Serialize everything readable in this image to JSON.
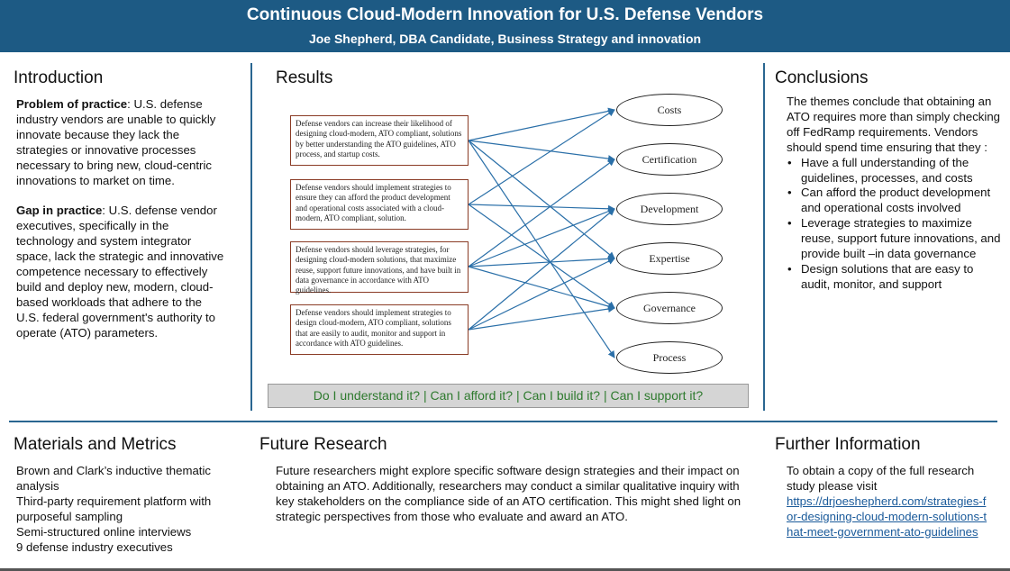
{
  "header": {
    "title": "Continuous Cloud-Modern Innovation for U.S. Defense Vendors",
    "subtitle": "Joe Shepherd, DBA Candidate, Business Strategy and innovation"
  },
  "introduction": {
    "heading": "Introduction",
    "problem_label": "Problem of practice",
    "problem_text": ": U.S. defense industry vendors are unable to quickly innovate because they lack the strategies or innovative processes necessary to bring new, cloud-centric innovations to market on time.",
    "gap_label": "Gap in practice",
    "gap_text": ": U.S. defense vendor executives, specifically in the technology and system integrator space, lack the strategic and innovative competence necessary to effectively build and deploy new, modern, cloud-based workloads that adhere to the U.S. federal government's authority to operate (ATO) parameters."
  },
  "results": {
    "heading": "Results",
    "boxes": [
      "Defense vendors can increase their likelihood of designing cloud-modern, ATO compliant, solutions by better understanding the ATO guidelines, ATO process, and startup costs.",
      "Defense vendors should implement strategies to ensure they can afford the product development and operational costs associated with a cloud-modern, ATO compliant, solution.",
      "Defense vendors should leverage strategies, for designing cloud-modern solutions, that maximize reuse, support future innovations, and have built in data governance in accordance with ATO guidelines.",
      "Defense vendors should implement strategies to design cloud-modern, ATO compliant, solutions that are easily to audit, monitor and support in accordance with ATO guidelines."
    ],
    "themes": [
      "Costs",
      "Certification",
      "Development",
      "Expertise",
      "Governance",
      "Process"
    ],
    "banner": "Do I understand it? | Can I afford it? | Can I build it? | Can I support it?"
  },
  "conclusions": {
    "heading": "Conclusions",
    "intro": "The themes conclude that obtaining an ATO requires more than simply checking off FedRamp requirements. Vendors should spend time ensuring that they :",
    "bullets": [
      "Have a full understanding of the guidelines, processes, and costs",
      "Can afford the product development and operational costs involved",
      "Leverage strategies to maximize reuse, support future innovations, and provide built –in data governance",
      "Design solutions that are easy to audit, monitor, and support"
    ]
  },
  "materials": {
    "heading": "Materials and Metrics",
    "items": [
      "Brown and Clark’s inductive thematic analysis",
      "Third-party requirement platform with purposeful sampling",
      "Semi-structured online interviews",
      "9 defense industry executives"
    ]
  },
  "future": {
    "heading": "Future Research",
    "text": "Future researchers might explore specific software design strategies and their impact on obtaining an ATO. Additionally, researchers may conduct a similar qualitative inquiry with key stakeholders on the compliance side of an ATO certification. This might shed light on strategic perspectives from those who evaluate and award an ATO."
  },
  "further": {
    "heading": "Further Information",
    "text": "To obtain a copy of the full research study please visit",
    "link": "https://drjoeshepherd.com/strategies-for-designing-cloud-modern-solutions-that-meet-government-ato-guidelines"
  }
}
